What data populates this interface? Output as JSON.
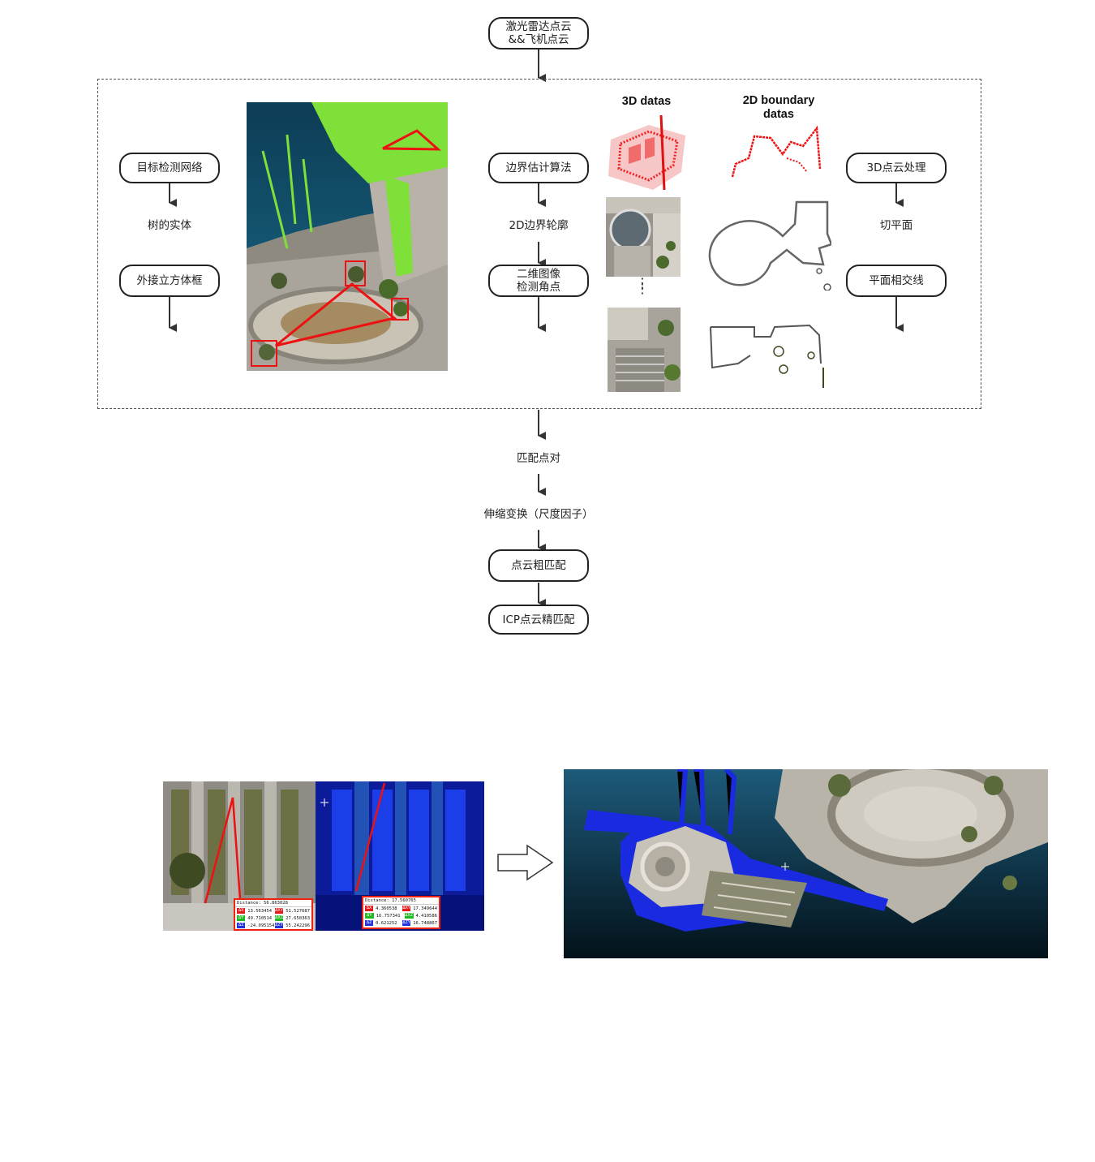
{
  "flow": {
    "top_line1": "激光雷达点云",
    "top_line2": "&&飞机点云",
    "left_col": {
      "box1": "目标检测网络",
      "text1": "树的实体",
      "box2": "外接立方体框"
    },
    "mid_col": {
      "box1": "边界估计算法",
      "text1": "2D边界轮廓",
      "box2_line1": "二维图像",
      "box2_line2": "检测角点"
    },
    "right_col": {
      "box1": "3D点云处理",
      "text1": "切平面",
      "box2": "平面相交线"
    },
    "captions": {
      "datas3d": "3D datas",
      "boundary_line1": "2D boundary",
      "boundary_line2": "datas"
    },
    "below": {
      "text1": "匹配点对",
      "text2": "伸缩变换（尺度因子）",
      "box1": "点云粗匹配",
      "box2": "ICP点云精匹配"
    }
  },
  "measurements": {
    "left": {
      "distance": "Distance: 56.863028",
      "rows": [
        {
          "k1": "ΔX",
          "v1": "13.563454",
          "k2": "ΔXY",
          "v2": "51.527687",
          "color": "#e41a1a"
        },
        {
          "k1": "ΔY",
          "v1": "49.710514",
          "k2": "ΔXZ",
          "v2": "27.650363",
          "color": "#22b822"
        },
        {
          "k1": "ΔZ",
          "v1": "-24.095154",
          "k2": "ΔZY",
          "v2": "55.242296",
          "color": "#2233dd"
        }
      ]
    },
    "right": {
      "distance": "Distance: 17.560765",
      "rows": [
        {
          "k1": "ΔX",
          "v1": "4.360538",
          "k2": "ΔXY",
          "v2": "17.349644",
          "color": "#e41a1a"
        },
        {
          "k1": "ΔY",
          "v1": "16.757341",
          "k2": "ΔXZ",
          "v2": "4.410586",
          "color": "#22b822"
        },
        {
          "k1": "ΔZ",
          "v1": "0.621252",
          "k2": "ΔZY",
          "v2": "16.748867",
          "color": "#2233dd"
        }
      ]
    }
  }
}
